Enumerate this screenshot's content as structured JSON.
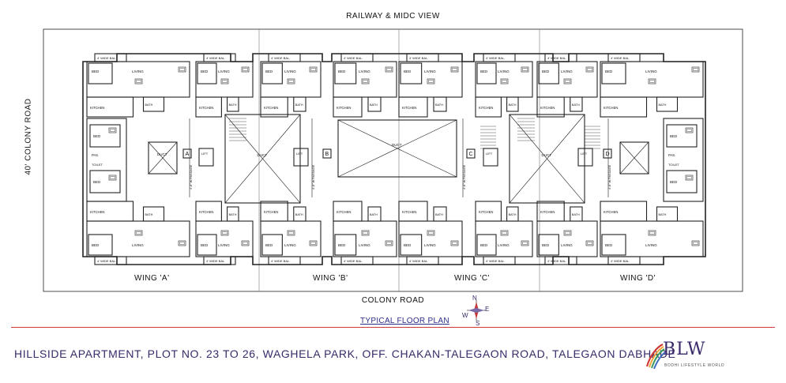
{
  "roads": {
    "top": "RAILWAY & MIDC VIEW",
    "left": "40' COLONY ROAD",
    "bottom": "COLONY ROAD"
  },
  "wings": [
    {
      "label": "WING 'A'",
      "letter": "A"
    },
    {
      "label": "WING 'B'",
      "letter": "B"
    },
    {
      "label": "WING 'C'",
      "letter": "C"
    },
    {
      "label": "WING 'D'",
      "letter": "D"
    }
  ],
  "room_labels": {
    "balcony": "4' WIDE BAL.",
    "living": "LIVING",
    "kitchen": "KITCHEN",
    "bed": "BED",
    "bath": "BATH",
    "toilet": "TOILET",
    "duct": "DUCT",
    "lift": "LIFT",
    "passage": "4'-6\" W PASSAGE",
    "pas": "PAS."
  },
  "compass": {
    "n": "N",
    "e": "E",
    "s": "S",
    "w": "W"
  },
  "plan_title": "TYPICAL FLOOR PLAN",
  "footer": {
    "address": "HILLSIDE APARTMENT, PLOT NO. 23 TO 26, WAGHELA PARK, OFF. CHAKAN-TALEGAON ROAD, TALEGAON DABHADE",
    "logo": "BLW",
    "logo_tagline": "BODHI LIFESTYLE WORLD"
  },
  "colors": {
    "accent_line": "#d23a3a",
    "footer_text": "#3a2a6b",
    "plan_title": "#2b2b8a"
  }
}
